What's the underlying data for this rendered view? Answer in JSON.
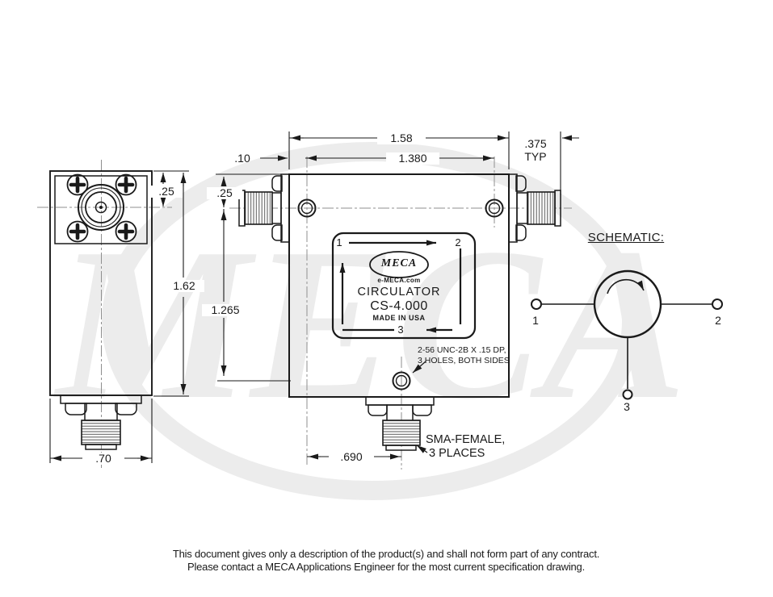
{
  "watermark": "MECA",
  "dims": {
    "overall_width": "1.58",
    "hole_spacing": "1.380",
    "edge_to_hole": ".10",
    "connector_length": ".375",
    "connector_length_qual": "TYP",
    "side_top_offset": ".25",
    "front_top_offset": ".25",
    "body_height": "1.62",
    "center_to_bottom_hole": "1.265",
    "side_width": ".70",
    "bottom_port_offset": ".690"
  },
  "label": {
    "port1": "1",
    "port2": "2",
    "port3": "3",
    "logo": "MECA",
    "site": "e-MECA.com",
    "product": "CIRCULATOR",
    "model": "CS-4.000",
    "origin": "MADE IN USA"
  },
  "notes": {
    "tap_line1": "2-56 UNC-2B X .15 DP,",
    "tap_line2": "3 HOLES, BOTH SIDES",
    "sma_line1": "SMA-FEMALE,",
    "sma_line2": "3 PLACES"
  },
  "schematic": {
    "title": "SCHEMATIC:",
    "port1": "1",
    "port2": "2",
    "port3": "3"
  },
  "footer": {
    "line1": "This document gives only a description of the product(s) and shall not form part of any contract.",
    "line2": "Please contact a MECA Applications Engineer for the most current specification drawing."
  },
  "colors": {
    "line": "#1a1a1a",
    "centerline": "#8f8f8f",
    "watermark": "#e9e9e9"
  }
}
